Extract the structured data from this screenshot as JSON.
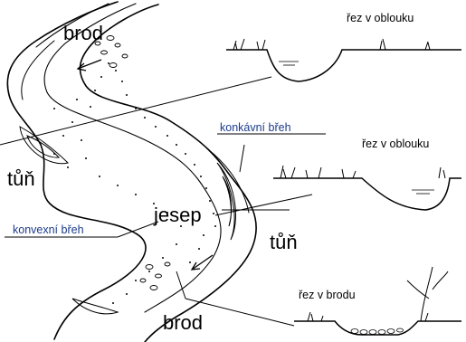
{
  "labels": {
    "brod_top": "brod",
    "brod_bottom": "brod",
    "tun_left": "tůň",
    "tun_right": "tůň",
    "jesep": "jesep",
    "konkavni": "konkávní břeh",
    "konvexni": "konvexní břeh"
  },
  "sections": {
    "oblouk_1": "řez v oblouku",
    "oblouk_2": "řez v oblouku",
    "brod": "řez v brodu"
  },
  "colors": {
    "ink": "#000000",
    "label_blue": "#1a3a8a",
    "water_line": "#555555"
  }
}
